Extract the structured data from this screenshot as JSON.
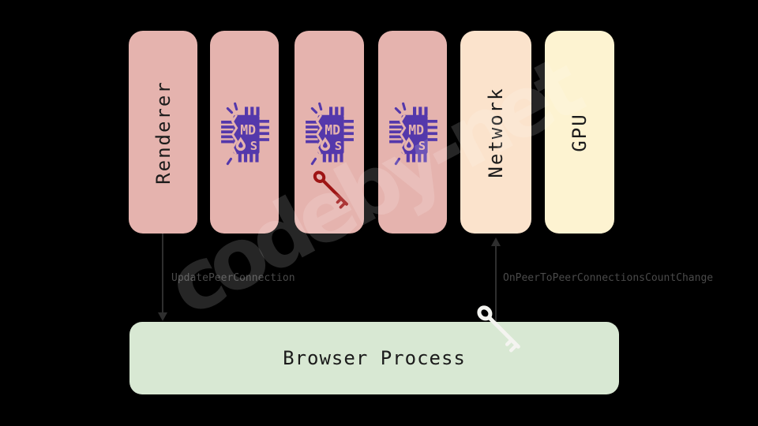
{
  "colors": {
    "bg": "#000000",
    "pink": "#e5b3ae",
    "peach": "#fbe3cc",
    "yellow": "#fdf3d1",
    "green": "#d8e8d3",
    "chip": "#5438ab",
    "redkey": "#9e1414",
    "whitekey": "#f4f4f0",
    "arrow": "#2e2e2e",
    "label": "#4a4a4a",
    "boxtext": "#1b1b1b",
    "watermark": "rgba(255,255,255,0.15)"
  },
  "processes": {
    "renderer": {
      "label": "Renderer"
    },
    "network": {
      "label": "Network"
    },
    "gpu": {
      "label": "GPU"
    }
  },
  "browser_process": {
    "label": "Browser Process"
  },
  "messages": {
    "renderer_to_browser": "UpdatePeerConnection",
    "browser_to_network": "OnPeerToPeerConnectionsCountChange"
  },
  "watermark": {
    "text": "codeby-net"
  },
  "icons": {
    "mds_chip": "mds-vulnerability-chip",
    "mds_line1": "MD",
    "mds_line2": "S",
    "red_key": "red-key",
    "white_key": "white-key"
  }
}
